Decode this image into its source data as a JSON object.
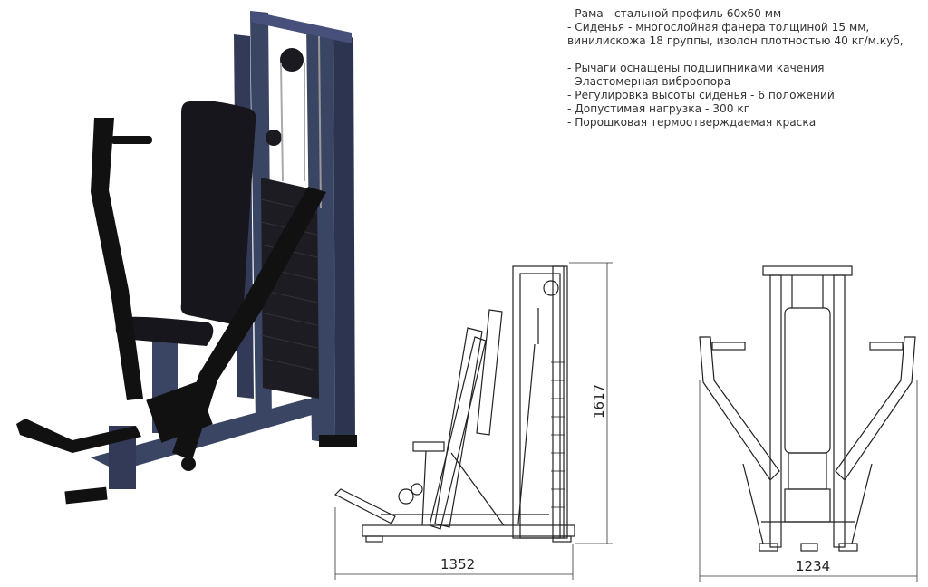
{
  "specs": [
    "- Рама - стальной профиль 60х60 мм",
    "- Сиденья - многослойная фанера толщиной 15 мм,",
    "винилискожа 18 группы, изолон плотностью 40 кг/м.куб,",
    "",
    "- Рычаги оснащены подшипниками качения",
    " - Эластомерная виброопора",
    "- Регулировка высоты сиденья - 6 положений",
    "- Допустимая нагрузка - 300 кг",
    "- Порошковая термоотверждаемая краска"
  ],
  "dimensions": {
    "height": "1617",
    "depth": "1352",
    "width": "1234"
  },
  "colors": {
    "frame": "#3a4463",
    "pads": "#141418",
    "lines": "#222222"
  }
}
